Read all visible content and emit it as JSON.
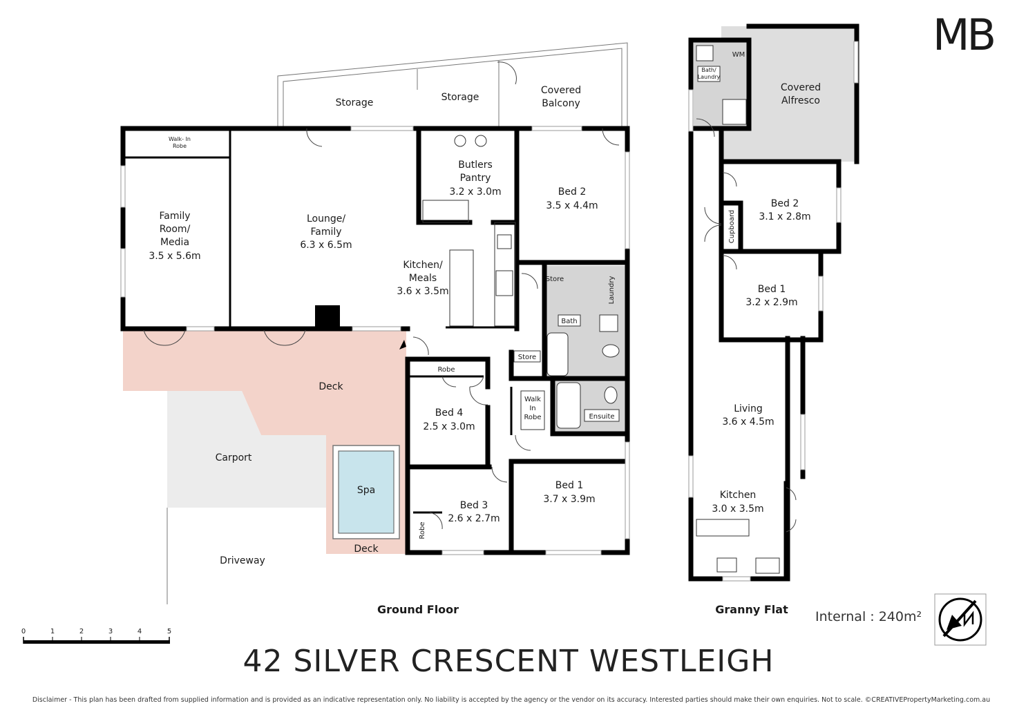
{
  "brand": {
    "logo_text": "MB"
  },
  "ground_floor": {
    "caption": "Ground Floor",
    "rooms": {
      "storage_1": "Storage",
      "storage_2": "Storage",
      "covered_balcony": [
        "Covered",
        "Balcony"
      ],
      "walk_in_robe": [
        "Walk- In",
        "Robe"
      ],
      "family_room": [
        "Family",
        "Room/",
        "Media",
        "3.5 x 5.6m"
      ],
      "lounge": [
        "Lounge/",
        "Family",
        "6.3 x 6.5m"
      ],
      "butlers_pantry": [
        "Butlers",
        "Pantry",
        "3.2 x 3.0m"
      ],
      "bed2": [
        "Bed 2",
        "3.5 x 4.4m"
      ],
      "kitchen": [
        "Kitchen/",
        "Meals",
        "3.6 x 3.5m"
      ],
      "store_1": "Store",
      "laundry": "Laundry",
      "bath": "Bath",
      "store_2": "Store",
      "deck": "Deck",
      "robe": "Robe",
      "bed4": [
        "Bed 4",
        "2.5 x 3.0m"
      ],
      "walk_in_robe_2": [
        "Walk",
        "In",
        "Robe"
      ],
      "ensuite": "Ensuite",
      "carport": "Carport",
      "spa": "Spa",
      "spa_deck": "Deck",
      "bed3": [
        "Bed 3",
        "2.6 x 2.7m"
      ],
      "bed3_robe": "Robe",
      "bed1": [
        "Bed 1",
        "3.7 x 3.9m"
      ],
      "driveway": "Driveway"
    }
  },
  "granny_flat": {
    "caption": "Granny Flat",
    "rooms": {
      "wm": "WM",
      "bath_laundry": [
        "Bath/",
        "Laundry"
      ],
      "covered_alfresco": [
        "Covered",
        "Alfresco"
      ],
      "bed2": [
        "Bed 2",
        "3.1 x 2.8m"
      ],
      "cupboard": "Cupboard",
      "bed1": [
        "Bed 1",
        "3.2 x 2.9m"
      ],
      "living": [
        "Living",
        "3.6 x 4.5m"
      ],
      "kitchen": [
        "Kitchen",
        "3.0 x 3.5m"
      ]
    }
  },
  "scale_bar": {
    "ticks": [
      "0",
      "1",
      "2",
      "3",
      "4",
      "5"
    ]
  },
  "internal_area": "Internal  : 240m²",
  "address": "42 SILVER CRESCENT WESTLEIGH",
  "disclaimer": "Disclaimer - This plan has been drafted from supplied information and is provided as an indicative representation only. No liability is accepted by the agency or the vendor on its accuracy. Interested parties should make their own enquiries. Not to scale. ©CREATIVEPropertyMarketing.com.au",
  "colors": {
    "deck": "#f3d3ca",
    "carport": "#ececec",
    "wet_area": "#d5d5d5",
    "spa_water": "#c8e4ec",
    "wall": "#000000"
  },
  "icons": {
    "north": "compass-north-icon"
  }
}
